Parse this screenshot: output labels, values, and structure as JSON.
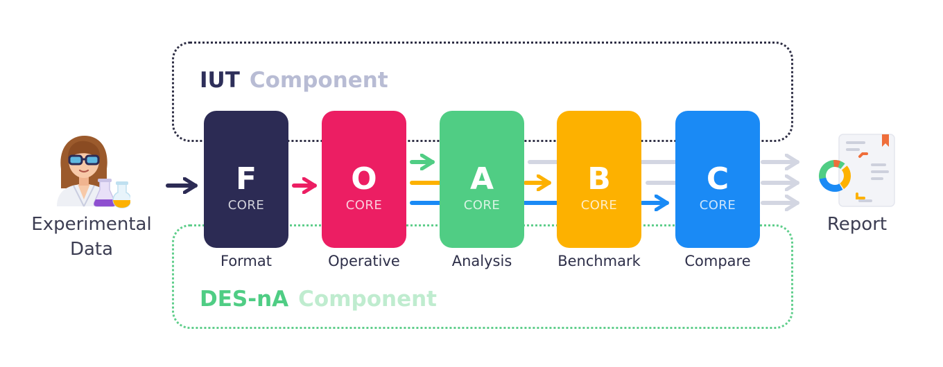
{
  "iut_component": {
    "lead": "IUT",
    "tail": "Component",
    "border_color": "#2f2f45"
  },
  "desna_component": {
    "lead": "DES-nA",
    "tail": "Component",
    "border_color": "#5fce8b"
  },
  "input": {
    "label_line1": "Experimental",
    "label_line2": "Data",
    "icon": "scientist-icon"
  },
  "output": {
    "label": "Report",
    "icon": "report-icon"
  },
  "cores": [
    {
      "letter": "F",
      "sub": "CORE",
      "name": "Format",
      "color": "#2c2b54"
    },
    {
      "letter": "O",
      "sub": "CORE",
      "name": "Operative",
      "color": "#ec1e63"
    },
    {
      "letter": "A",
      "sub": "CORE",
      "name": "Analysis",
      "color": "#50cd84"
    },
    {
      "letter": "B",
      "sub": "CORE",
      "name": "Benchmark",
      "color": "#fdb100"
    },
    {
      "letter": "C",
      "sub": "CORE",
      "name": "Compare",
      "color": "#1a8af5"
    }
  ],
  "arrow_colors": {
    "input": "#2c2b54",
    "operative": "#ec1e63",
    "analysis": "#50cd84",
    "benchmark": "#fdb100",
    "compare": "#1a8af5",
    "output": "#d3d6e2"
  }
}
